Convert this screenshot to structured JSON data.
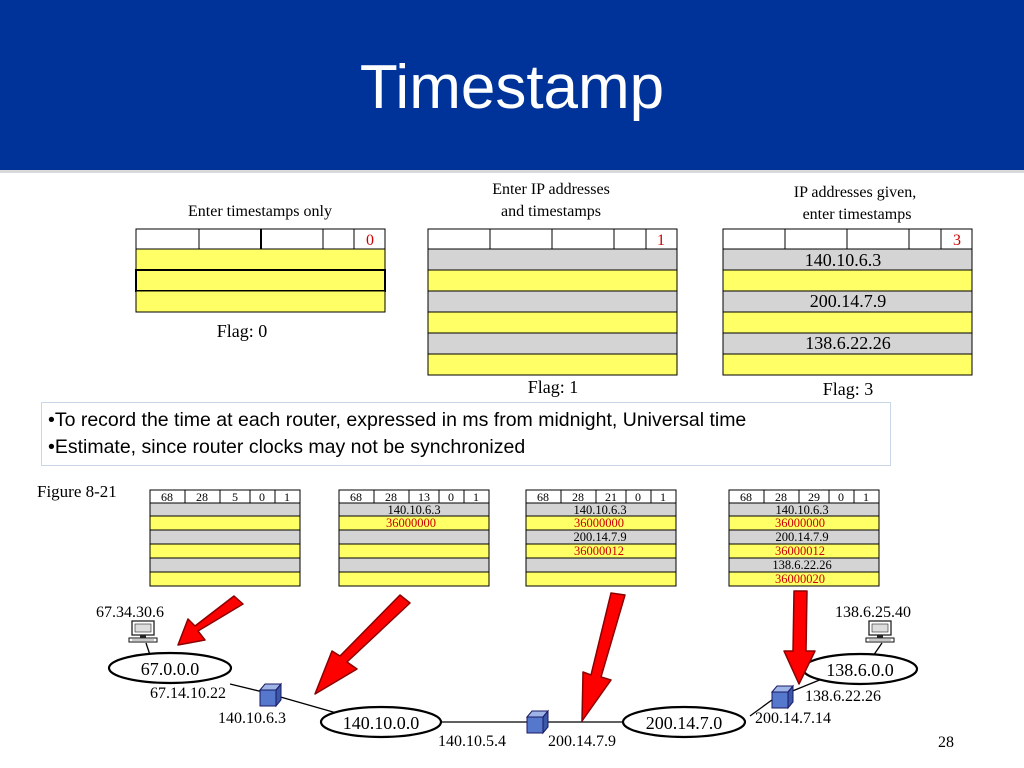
{
  "slide": {
    "title": "Timestamp",
    "page_number": "28"
  },
  "colors": {
    "header_bg": "#003399",
    "yellow": "#ffff66",
    "gray": "#d4d4d4",
    "flag_red": "#cc0000",
    "arrow_red": "#ff0000",
    "router_blue": "#5577cc"
  },
  "formats": [
    {
      "caption_lines": [
        "Enter timestamps only"
      ],
      "flag_value": "0",
      "rows": [
        "",
        "",
        ""
      ],
      "flag_label": "Flag: 0"
    },
    {
      "caption_lines": [
        "Enter IP addresses",
        "and timestamps"
      ],
      "flag_value": "1",
      "rows": [
        "",
        "",
        "",
        "",
        "",
        ""
      ],
      "flag_label": "Flag: 1"
    },
    {
      "caption_lines": [
        "IP addresses given,",
        "enter timestamps"
      ],
      "flag_value": "3",
      "rows": [
        "140.10.6.3",
        "",
        "200.14.7.9",
        "",
        "138.6.22.26",
        ""
      ],
      "flag_label": "Flag: 3"
    }
  ],
  "bullets": [
    "•To record the time at each router, expressed in ms from midnight, Universal time",
    "•Estimate, since router clocks may not be synchronized"
  ],
  "figure_label": "Figure  8-21",
  "option_snapshots": [
    {
      "header": [
        "68",
        "28",
        "5",
        "0",
        "1"
      ],
      "rows": [
        "",
        "",
        "",
        "",
        "",
        "",
        ""
      ]
    },
    {
      "header": [
        "68",
        "28",
        "13",
        "0",
        "1"
      ],
      "rows": [
        "140.10.6.3",
        "36000000",
        "",
        "",
        "",
        "",
        ""
      ]
    },
    {
      "header": [
        "68",
        "28",
        "21",
        "0",
        "1"
      ],
      "rows": [
        "140.10.6.3",
        "36000000",
        "200.14.7.9",
        "36000012",
        "",
        "",
        ""
      ]
    },
    {
      "header": [
        "68",
        "28",
        "29",
        "0",
        "1"
      ],
      "rows": [
        "140.10.6.3",
        "36000000",
        "200.14.7.9",
        "36000012",
        "138.6.22.26",
        "36000020",
        ""
      ]
    }
  ],
  "network": {
    "source_host": "67.34.30.6",
    "destination_host": "138.6.25.40",
    "networks": [
      "67.0.0.0",
      "140.10.0.0",
      "200.14.7.0",
      "138.6.0.0"
    ],
    "interface_labels": [
      "67.14.10.22",
      "140.10.6.3",
      "140.10.5.4",
      "200.14.7.9",
      "200.14.7.14",
      "138.6.22.26"
    ]
  }
}
